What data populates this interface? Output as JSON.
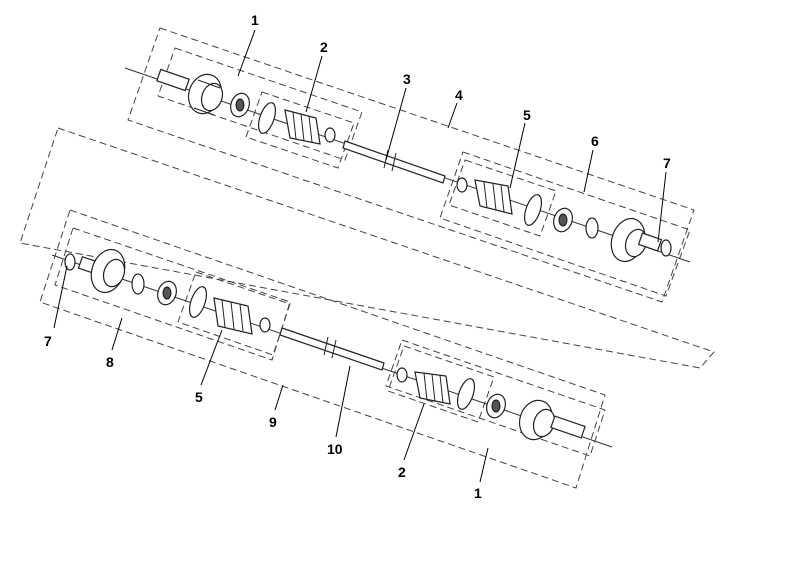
{
  "callouts": {
    "c1_top": "1",
    "c2_top": "2",
    "c3": "3",
    "c4": "4",
    "c5_top": "5",
    "c6": "6",
    "c7_right": "7",
    "c7_left": "7",
    "c8": "8",
    "c5_bottom": "5",
    "c9": "9",
    "c10": "10",
    "c2_bottom": "2",
    "c1_bottom": "1"
  }
}
